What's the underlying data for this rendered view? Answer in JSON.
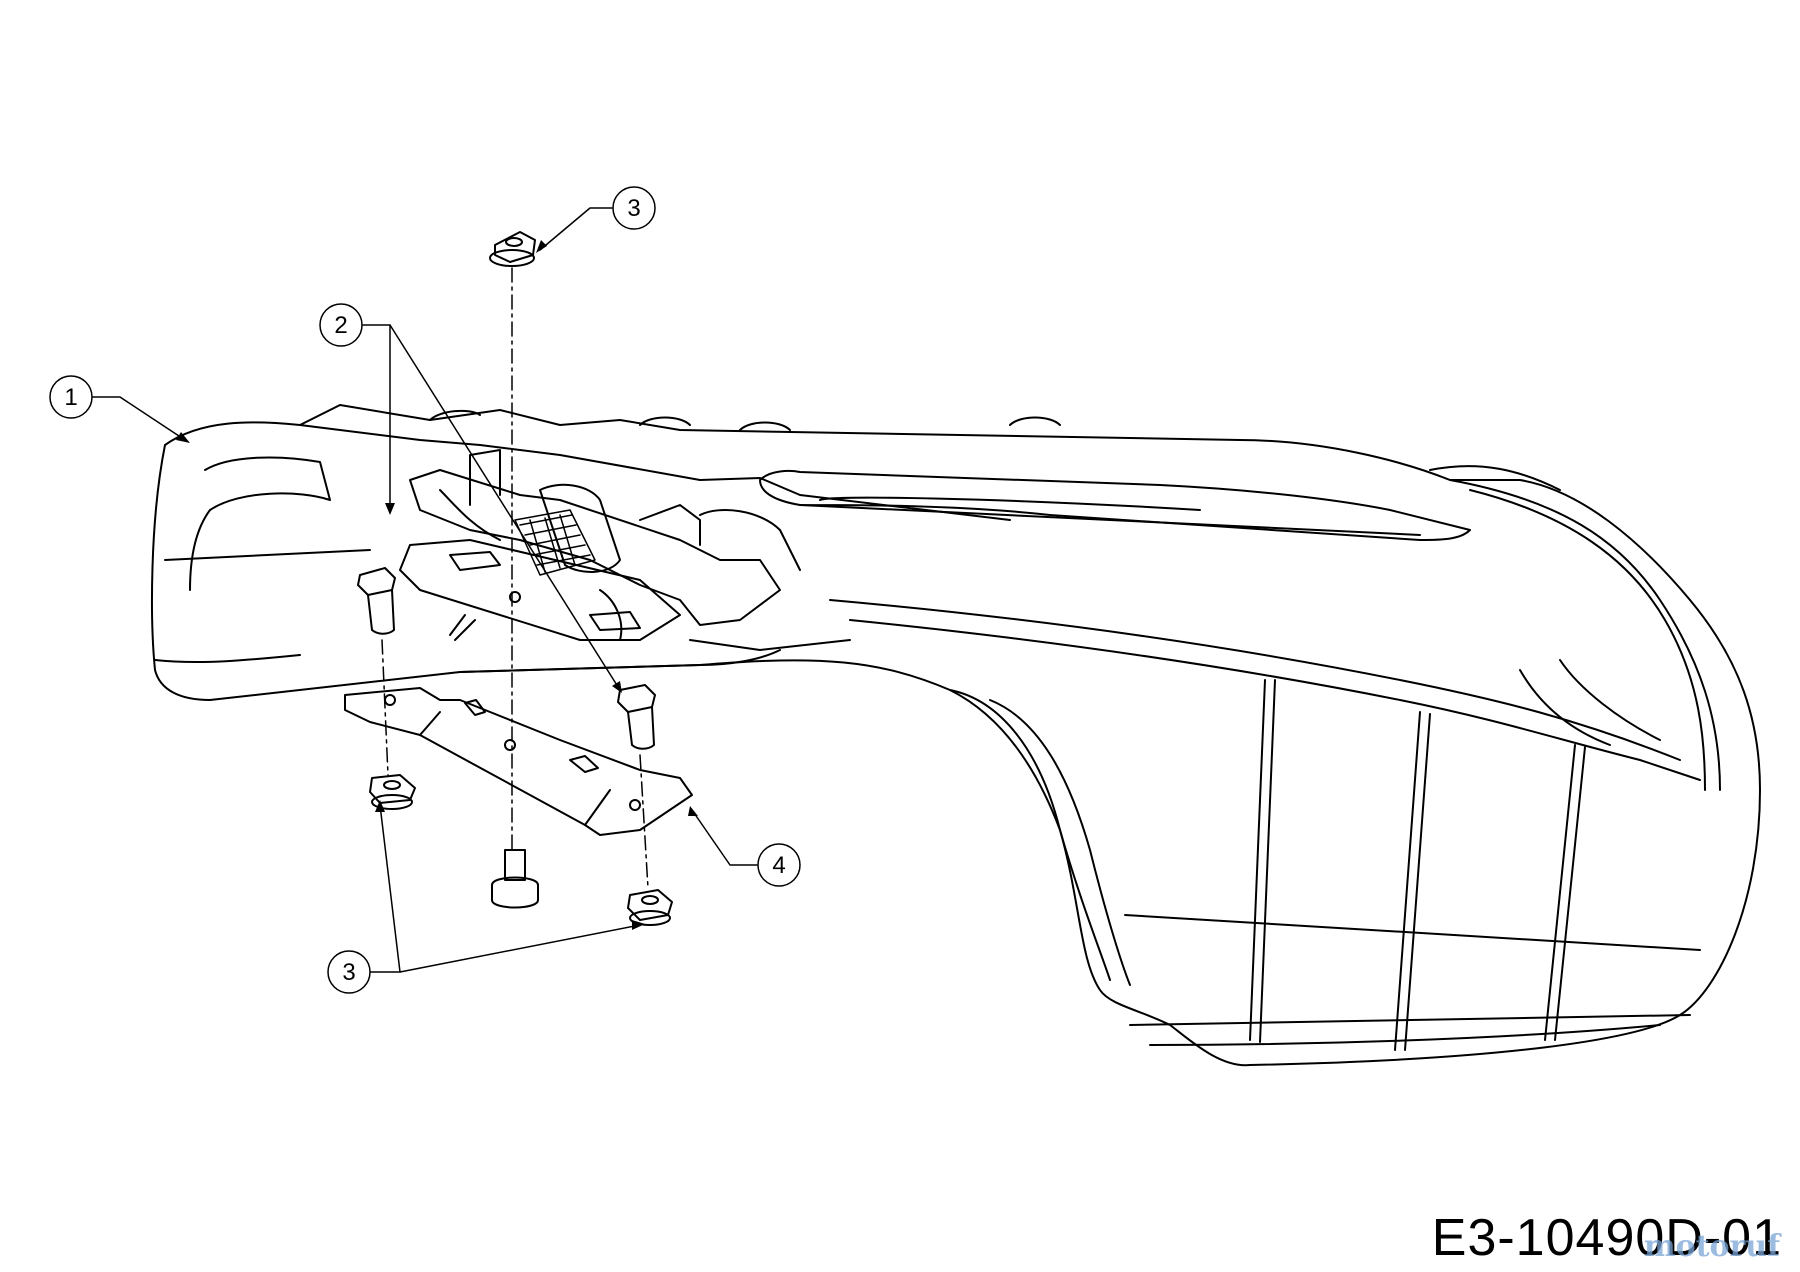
{
  "callouts": [
    {
      "id": "c1",
      "label": "1"
    },
    {
      "id": "c2",
      "label": "2"
    },
    {
      "id": "c3a",
      "label": "3"
    },
    {
      "id": "c3b",
      "label": "3"
    },
    {
      "id": "c4",
      "label": "4"
    }
  ],
  "drawing_number": "E3-10490D-01",
  "watermark": "motoruf",
  "colors": {
    "line": "#000000",
    "background": "#ffffff",
    "watermark": "#7aa6d6"
  }
}
